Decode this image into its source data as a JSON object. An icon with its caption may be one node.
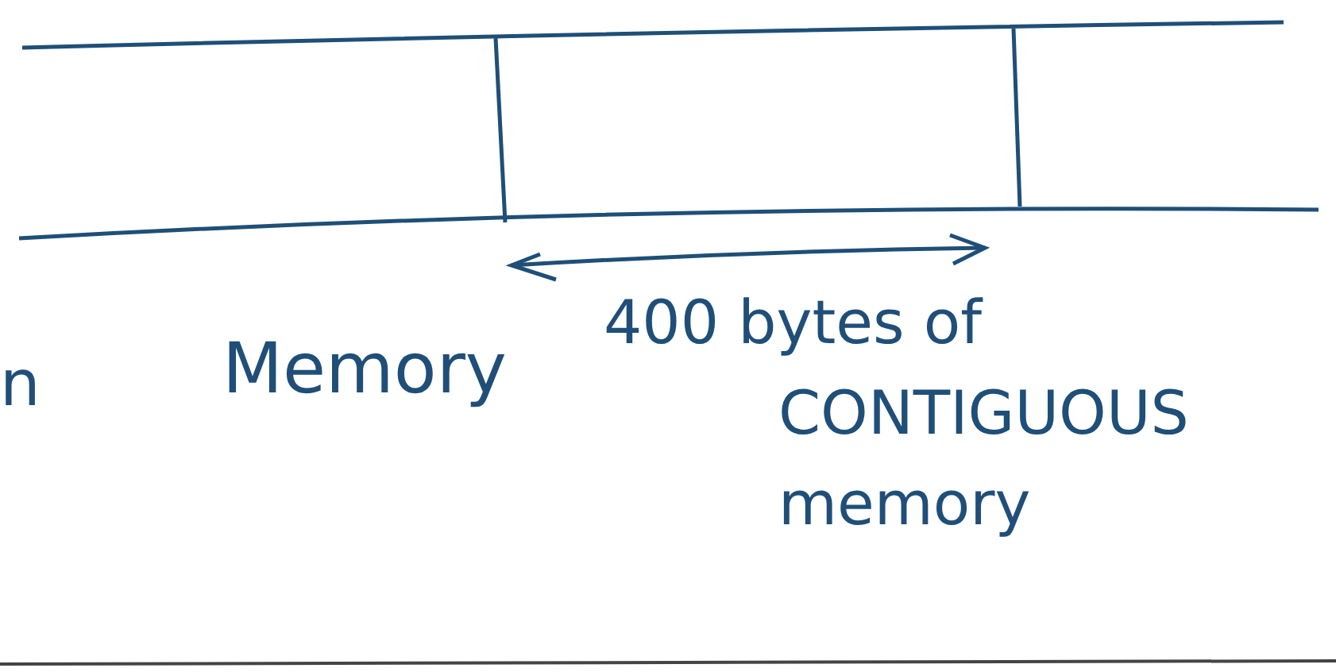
{
  "diagram": {
    "labels": [
      "n",
      "Memory",
      "400 bytes of CONTIGUOUS memory"
    ]
  }
}
